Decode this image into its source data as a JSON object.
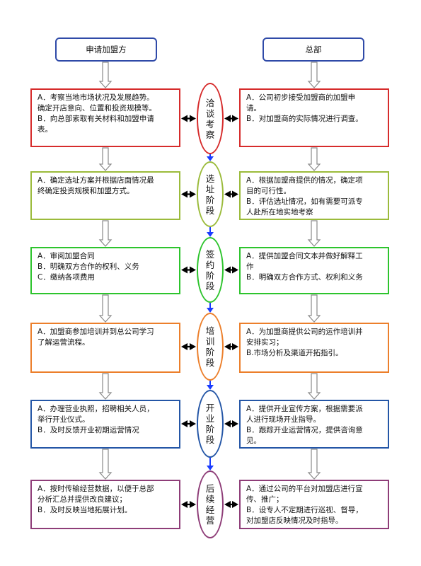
{
  "headers": {
    "left": "申请加盟方",
    "right": "总部"
  },
  "stages": [
    {
      "name": "洽谈考察",
      "color": "#d62b2b",
      "left": [
        "A．考察当地市场状况及发展趋势。",
        "确定开店意向、位置和投资规模等。",
        "B．向总部索取有关材料和加盟申请",
        "表。"
      ],
      "right": [
        "A．公司初步接受加盟商的加盟申",
        "请。",
        "B．对加盟商的实际情况进行调查。"
      ]
    },
    {
      "name": "选址阶段",
      "color": "#9bbb3b",
      "left": [
        "A．确定选址方案并根据店面情况最",
        "终确定投资规模和加盟方式。"
      ],
      "right": [
        "A．根据加盟商提供的情况，确定项",
        "目的可行性。",
        "B．评估选址情况，如有需要可派专",
        "人赴所在地实地考察"
      ]
    },
    {
      "name": "签约阶段",
      "color": "#2dc42d",
      "left": [
        "A．审阅加盟合同",
        "B．明确双方合作的权利、义务",
        "C．缴纳各项费用"
      ],
      "right": [
        "A．提供加盟合同文本并做好解释工",
        "作",
        "B．明确双方合作方式、权利和义务"
      ]
    },
    {
      "name": "培训阶段",
      "color": "#ec7f2b",
      "left": [
        "A．加盟商参加培训并到总公司学习",
        "了解运营流程。"
      ],
      "right": [
        "A．为加盟商提供公司的运作培训并",
        "安排实习；",
        "B.市场分析及渠道开拓指引。"
      ]
    },
    {
      "name": "开业阶段",
      "color": "#2456a6",
      "left": [
        "A．办理营业执照，招聘相关人员，",
        "举行开业仪式。",
        "B．及时反馈开业初期运营情况"
      ],
      "right": [
        "A．提供开业宣传方案，根据需要派",
        "人进行现场开业指导。",
        "B．跟踪开业运营情况，提供咨询意",
        "见。"
      ]
    },
    {
      "name": "后续经营",
      "color": "#8e3d78",
      "left": [
        "A．按时传输经营数据，以便于总部",
        "分析汇总并提供改良建议；",
        "B．及时反映当地拓展计划。"
      ],
      "right": [
        "A．通过公司的平台对加盟店进行宣",
        "传、推广；",
        "B．设专人不定期进行巡视、督导，",
        "对加盟店反映情况及时指导。"
      ]
    }
  ],
  "icons": {
    "down_arrow": "hollow-down-arrow-icon",
    "connector": "double-headed-arrow-icon",
    "stage_link": "blue-down-arrow-icon"
  },
  "colors": {
    "header_border": "#2f4aa8",
    "stage_link": "#1a3cff",
    "hollow_arrow": "#8a8a8a"
  }
}
